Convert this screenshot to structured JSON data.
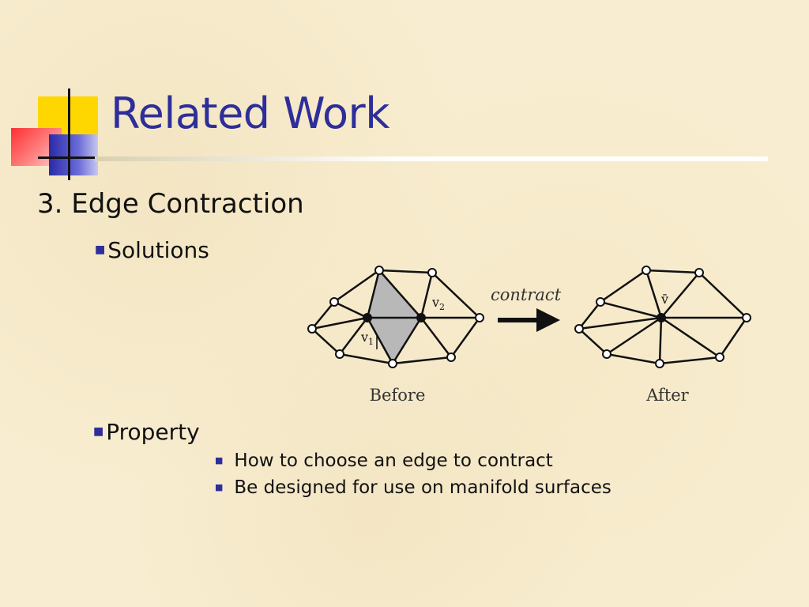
{
  "slide": {
    "title": "Related Work",
    "heading": "3. Edge Contraction",
    "bullets": [
      {
        "label": "Solutions"
      },
      {
        "label": "Property",
        "sub": [
          "How to choose an edge to contract",
          "Be designed for use on manifold surfaces"
        ]
      }
    ]
  },
  "figure": {
    "before_caption": "Before",
    "after_caption": "After",
    "arrow_label": "contract",
    "v1_label": "v",
    "v1_sub": "1",
    "v2_label": "v",
    "v2_sub": "2",
    "vbar_label": "v̄"
  },
  "colors": {
    "title": "#2e2e9a",
    "bullet_marker": "#2e2e9a",
    "shaded_faces": "#b8b8b8"
  }
}
